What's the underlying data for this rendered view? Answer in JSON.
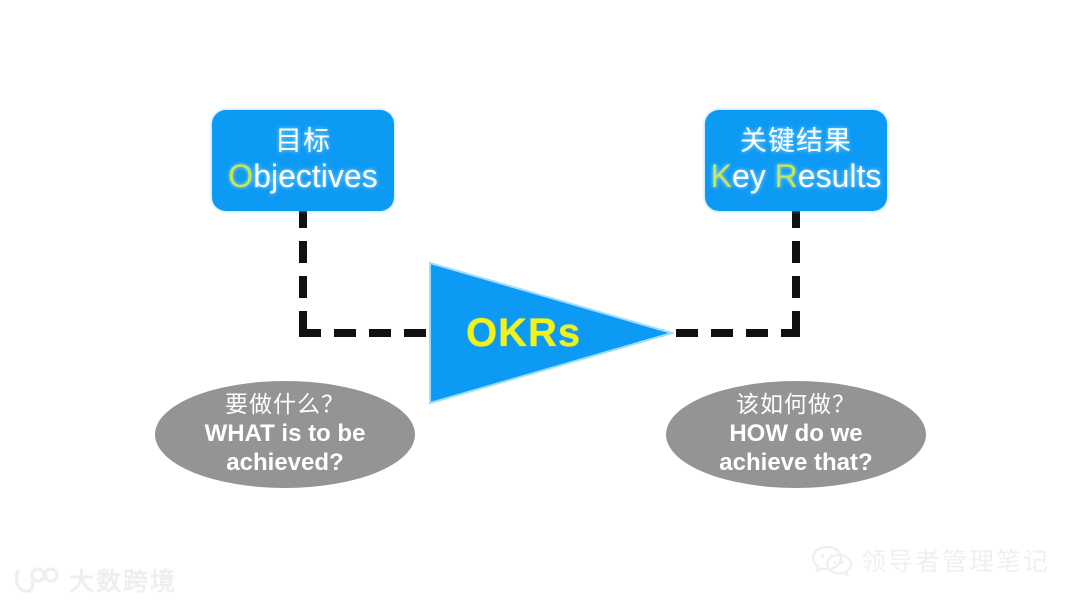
{
  "diagram": {
    "title": "OKRs",
    "colors": {
      "blue": "#0c9af5",
      "gray": "#949494",
      "yellow": "#f2f218",
      "yellow_green": "#c8e84a",
      "line": "#111111",
      "background": "#ffffff",
      "watermark": "#efefef"
    },
    "nodes": {
      "objectives": {
        "cn": "目标",
        "en_highlight": "O",
        "en_rest": "bjectives",
        "en_full": "Objectives"
      },
      "key_results": {
        "cn": "关键结果",
        "en_part1_highlight": "K",
        "en_part1_rest": "ey ",
        "en_part2_highlight": "R",
        "en_part2_rest": "esults",
        "en_full": "Key Results"
      },
      "center": {
        "label": "OKRs"
      },
      "what": {
        "cn": "要做什么？",
        "en_line1": "WHAT is to be",
        "en_line2": "achieved?"
      },
      "how": {
        "cn": "该如何做？",
        "en_line1": "HOW do we",
        "en_line2": "achieve that?"
      }
    },
    "connectors": {
      "objectives_to_center": "dashed-down-then-right",
      "center_to_key_results": "dashed-right-then-up-arrow"
    }
  },
  "watermarks": {
    "left": {
      "icon": "dashu-logo-icon",
      "text": "大数跨境"
    },
    "right": {
      "icon": "wechat-icon",
      "text": "领导者管理笔记"
    }
  }
}
